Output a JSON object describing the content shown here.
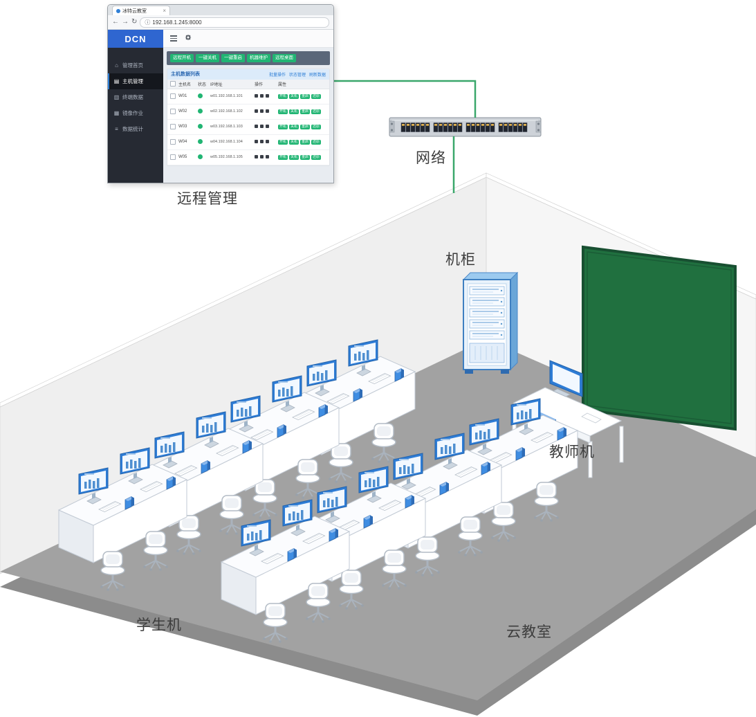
{
  "browser": {
    "tab_title": "冰特云教室",
    "url": "192.168.1.245:8000",
    "brand": "DCN",
    "sidebar_items": [
      {
        "icon": "⌂",
        "label": "管理首页"
      },
      {
        "icon": "▤",
        "label": "主机管理"
      },
      {
        "icon": "▥",
        "label": "终端数据"
      },
      {
        "icon": "▦",
        "label": "镜像作业"
      },
      {
        "icon": "≡",
        "label": "数据统计"
      }
    ],
    "toolbar_buttons": [
      "远程开机",
      "一键关机",
      "一键重启",
      "机器维护",
      "远程桌面"
    ],
    "panel": {
      "title": "主机数据列表",
      "links": [
        "批量操作",
        "状态管理",
        "刷新数据"
      ]
    },
    "table": {
      "headers": [
        "主机名",
        "状态",
        "IP地址",
        "操作",
        "属性"
      ],
      "row_badges": [
        "开机",
        "关机",
        "重启",
        "还原"
      ],
      "rows": [
        {
          "name": "W01",
          "ip": "w01.192.168.1.101"
        },
        {
          "name": "W02",
          "ip": "w02.192.168.1.102"
        },
        {
          "name": "W03",
          "ip": "w03.192.168.1.103"
        },
        {
          "name": "W04",
          "ip": "w04.192.168.1.104"
        },
        {
          "name": "W05",
          "ip": "w05.192.168.1.105"
        }
      ]
    }
  },
  "labels": {
    "remote_management": "远程管理",
    "network": "网络",
    "cabinet": "机柜",
    "teacher_station": "教师机",
    "student_stations": "学生机",
    "cloud_classroom": "云教室"
  },
  "colors": {
    "connector_green": "#3aa76b",
    "accent_blue": "#2f7fd6",
    "button_green": "#21b573",
    "board_green": "#20703f"
  }
}
